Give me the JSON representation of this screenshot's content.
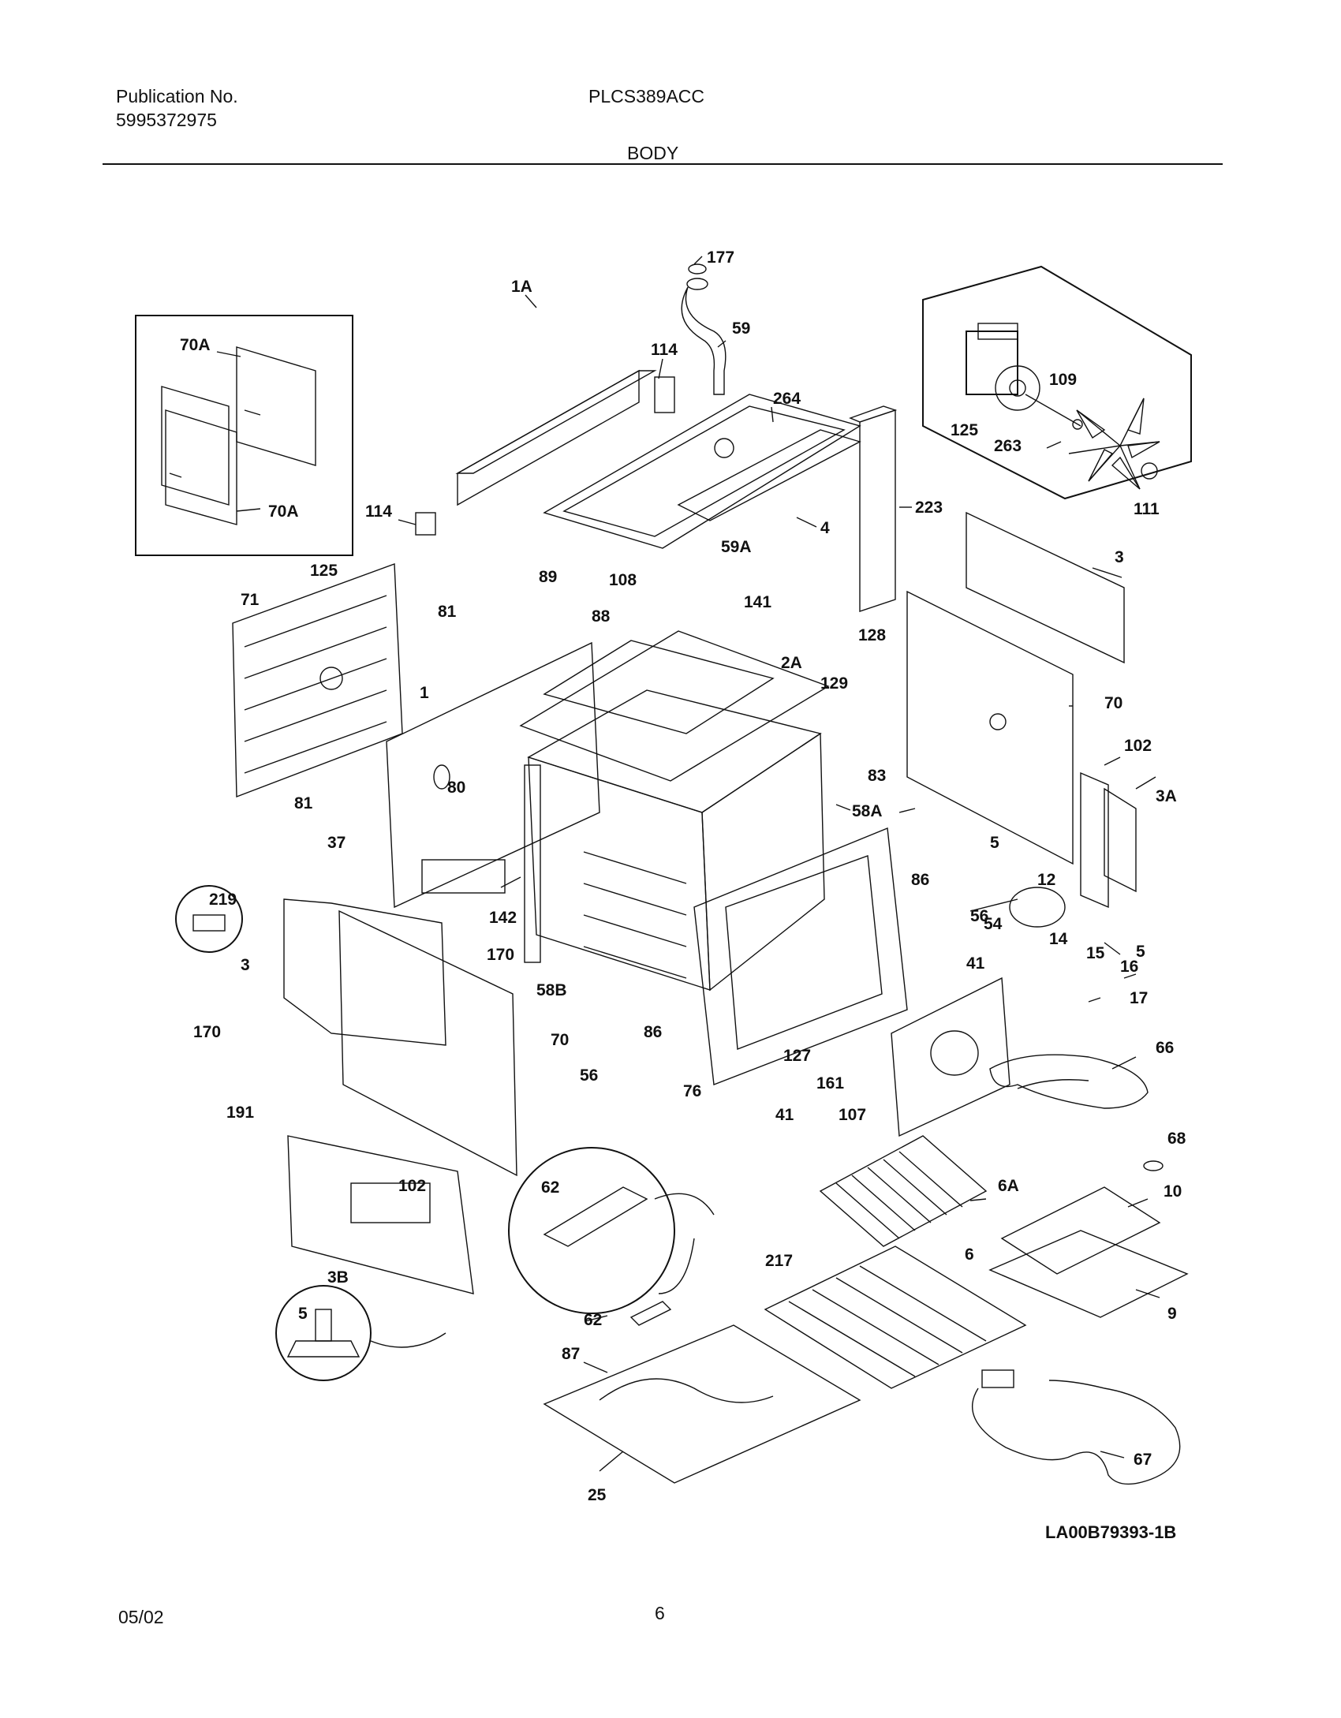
{
  "header": {
    "publication_label": "Publication No.",
    "publication_number": "5995372975",
    "model": "PLCS389ACC",
    "section": "BODY"
  },
  "footer": {
    "date": "05/02",
    "page": "6"
  },
  "diagram": {
    "reference_code": "LA00B79393-1B",
    "callouts": [
      "177",
      "59",
      "114",
      "1A",
      "264",
      "4",
      "223",
      "70A",
      "70A",
      "114",
      "125",
      "109",
      "263",
      "111",
      "125",
      "71",
      "81",
      "89",
      "108",
      "59A",
      "141",
      "128",
      "129",
      "88",
      "2A",
      "3",
      "1",
      "70",
      "102",
      "3A",
      "80",
      "58A",
      "83",
      "81",
      "37",
      "5",
      "86",
      "12",
      "56",
      "142",
      "219",
      "54",
      "14",
      "15",
      "16",
      "17",
      "170",
      "3",
      "58B",
      "41",
      "5",
      "86",
      "127",
      "161",
      "66",
      "170",
      "70",
      "56",
      "76",
      "41",
      "107",
      "191",
      "68",
      "62",
      "6A",
      "10",
      "102",
      "217",
      "6",
      "9",
      "3B",
      "5",
      "62",
      "87",
      "67",
      "25"
    ]
  }
}
